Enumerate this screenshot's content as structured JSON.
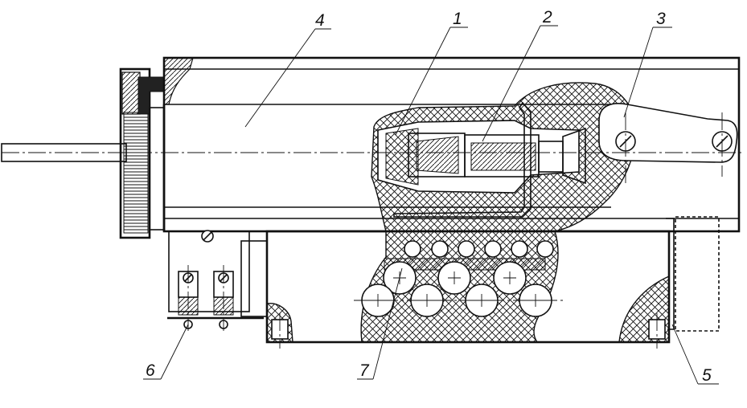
{
  "drawing": {
    "callouts": [
      {
        "id": "1",
        "text": "1"
      },
      {
        "id": "2",
        "text": "2"
      },
      {
        "id": "3",
        "text": "3"
      },
      {
        "id": "4",
        "text": "4"
      },
      {
        "id": "5",
        "text": "5"
      },
      {
        "id": "6",
        "text": "6"
      },
      {
        "id": "7",
        "text": "7"
      }
    ]
  }
}
